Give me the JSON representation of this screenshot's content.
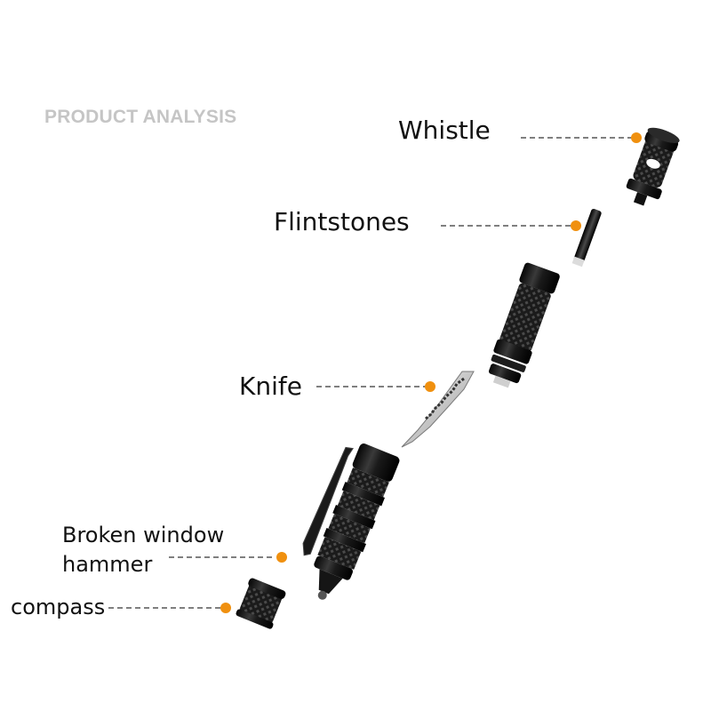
{
  "title": "PRODUCT ANALYSIS",
  "callouts": {
    "whistle": "Whistle",
    "flintstones": "Flintstones",
    "knife": "Knife",
    "hammer_line1": "Broken window",
    "hammer_line2": "hammer",
    "compass": "compass"
  },
  "colors": {
    "marker": "#f0900f",
    "leader_line": "#555555",
    "title": "#c5c5c5",
    "metal_dark": "#141414",
    "blade": "#cfcfcf"
  },
  "icons": [
    "multi-tool-pen-illustration"
  ]
}
